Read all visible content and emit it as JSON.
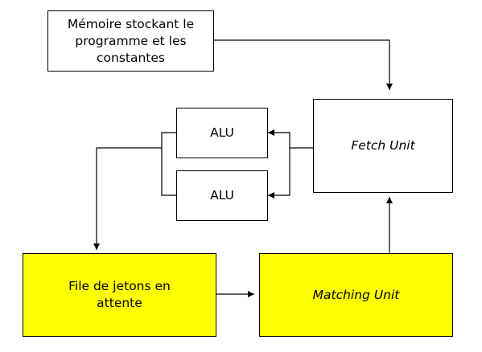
{
  "colors": {
    "highlight_fill": "#ffff00",
    "plain_fill": "#ffffff",
    "line": "#000000"
  },
  "nodes": {
    "memory": {
      "label": "Mémoire stockant le programme et les constantes"
    },
    "fetch_unit": {
      "label": "Fetch Unit"
    },
    "alu_top": {
      "label": "ALU"
    },
    "alu_bottom": {
      "label": "ALU"
    },
    "token_queue": {
      "label": "File de jetons en attente"
    },
    "matching_unit": {
      "label": "Matching Unit"
    }
  }
}
